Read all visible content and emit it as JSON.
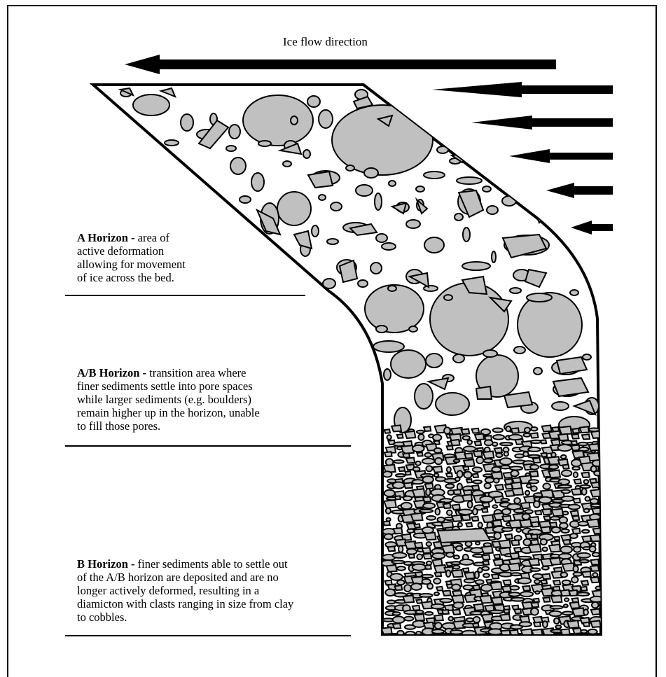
{
  "title": "Ice flow direction",
  "horizons": [
    {
      "name": "A Horizon",
      "separator": " - ",
      "lines": [
        "area of",
        "active deformation",
        "allowing for movement",
        "of ice across the bed."
      ]
    },
    {
      "name": "A/B Horizon",
      "separator": " - ",
      "lines": [
        "transition area where",
        "finer sediments settle into pore spaces",
        "while larger sediments (e.g. boulders)",
        "remain higher up in the horizon, unable",
        "to fill those pores."
      ]
    },
    {
      "name": "B Horizon",
      "separator": " - ",
      "lines": [
        "finer sediments able to settle out",
        "of the A/B horizon are deposited and are no",
        "longer actively deformed, resulting in a",
        "diamicton with clasts ranging in size from clay",
        "to cobbles."
      ]
    }
  ],
  "colors": {
    "clast_fill": "#c0c0c0",
    "stroke": "#000000",
    "background": "#ffffff"
  }
}
